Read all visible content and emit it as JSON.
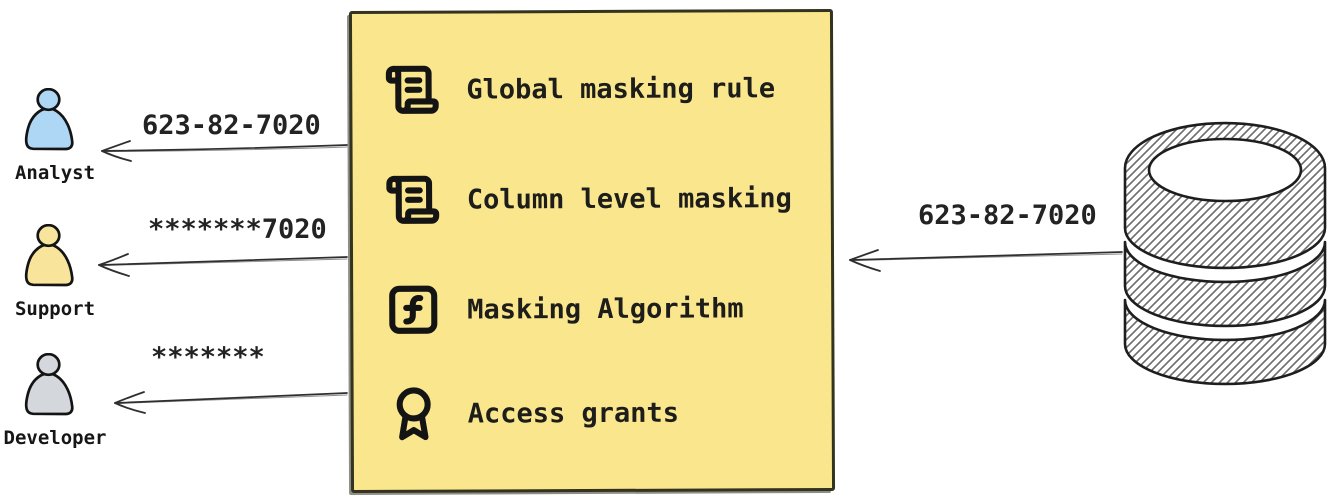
{
  "masking_box": {
    "items": [
      {
        "icon": "scroll-text-icon",
        "label": "Global masking rule"
      },
      {
        "icon": "scroll-text-icon",
        "label": "Column level masking"
      },
      {
        "icon": "function-square-icon",
        "label": "Masking Algorithm"
      },
      {
        "icon": "award-icon",
        "label": "Access grants"
      }
    ],
    "background": "#fae68c",
    "border_color": "#33331f"
  },
  "consumers": [
    {
      "role": "Analyst",
      "received_value": "623-82-7020",
      "fill": "#aed7f5"
    },
    {
      "role": "Support",
      "received_value": "*******7020",
      "fill": "#f8e49a"
    },
    {
      "role": "Developer",
      "received_value": "*******",
      "fill": "#d4d7db"
    }
  ],
  "source": {
    "kind": "database-icon",
    "sent_value": "623-82-7020"
  },
  "colors": {
    "text": "#1d1d1b",
    "stroke": "#1e1e1e",
    "hatch": "#6b6b6b"
  }
}
